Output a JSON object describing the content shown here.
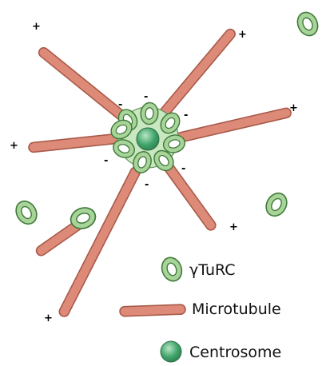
{
  "diagram": {
    "signs": {
      "plus": "+",
      "minus": "-"
    },
    "legend": {
      "gturc_label": "γTuRC",
      "microtubule_label": "Microtubule",
      "centrosome_label": "Centrosome"
    },
    "colors": {
      "microtubule_fill": "#de8a78",
      "microtubule_stroke": "#a85a4a",
      "ring_fill": "#a8d49a",
      "ring_stroke": "#3f7a3a",
      "centrosome_fill": "#3fa46a",
      "centrosome_highlight": "#b9e5c5"
    }
  }
}
